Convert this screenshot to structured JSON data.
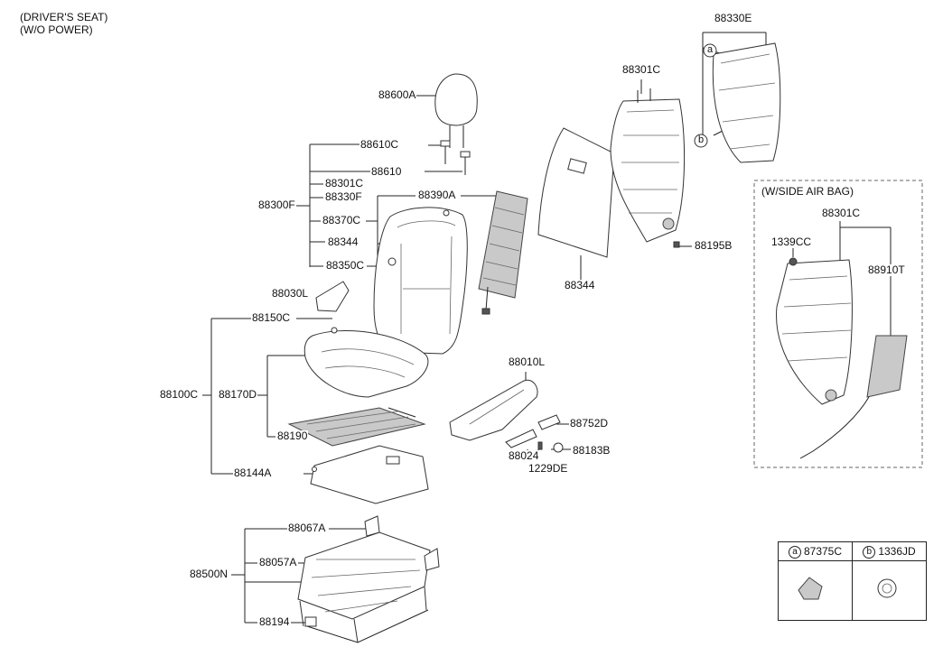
{
  "header": {
    "line1": "(DRIVER'S SEAT)",
    "line2": "(W/O POWER)"
  },
  "side_airbag_box": {
    "title": "(W/SIDE AIR BAG)"
  },
  "labels": {
    "p88330E": "88330E",
    "p88301C_top": "88301C",
    "p88600A": "88600A",
    "p88610C": "88610C",
    "p88610": "88610",
    "p88301C_list": "88301C",
    "p88330F": "88330F",
    "p88300F": "88300F",
    "p88390A": "88390A",
    "p88370C": "88370C",
    "p88344_list": "88344",
    "p88350C": "88350C",
    "p88344_pad": "88344",
    "p88195B": "88195B",
    "p88030L": "88030L",
    "p88150C": "88150C",
    "p88100C": "88100C",
    "p88170D": "88170D",
    "p88190": "88190",
    "p88144A": "88144A",
    "p88010L": "88010L",
    "p88752D": "88752D",
    "p88024": "88024",
    "p88183B": "88183B",
    "p1229DE": "1229DE",
    "p88067A": "88067A",
    "p88057A": "88057A",
    "p88500N": "88500N",
    "p88194": "88194",
    "p88301C_box": "88301C",
    "p1339CC": "1339CC",
    "p88910T": "88910T",
    "callout_a": "a",
    "callout_b": "b"
  },
  "legend": [
    {
      "letter": "a",
      "part": "87375C"
    },
    {
      "letter": "b",
      "part": "1336JD"
    }
  ]
}
